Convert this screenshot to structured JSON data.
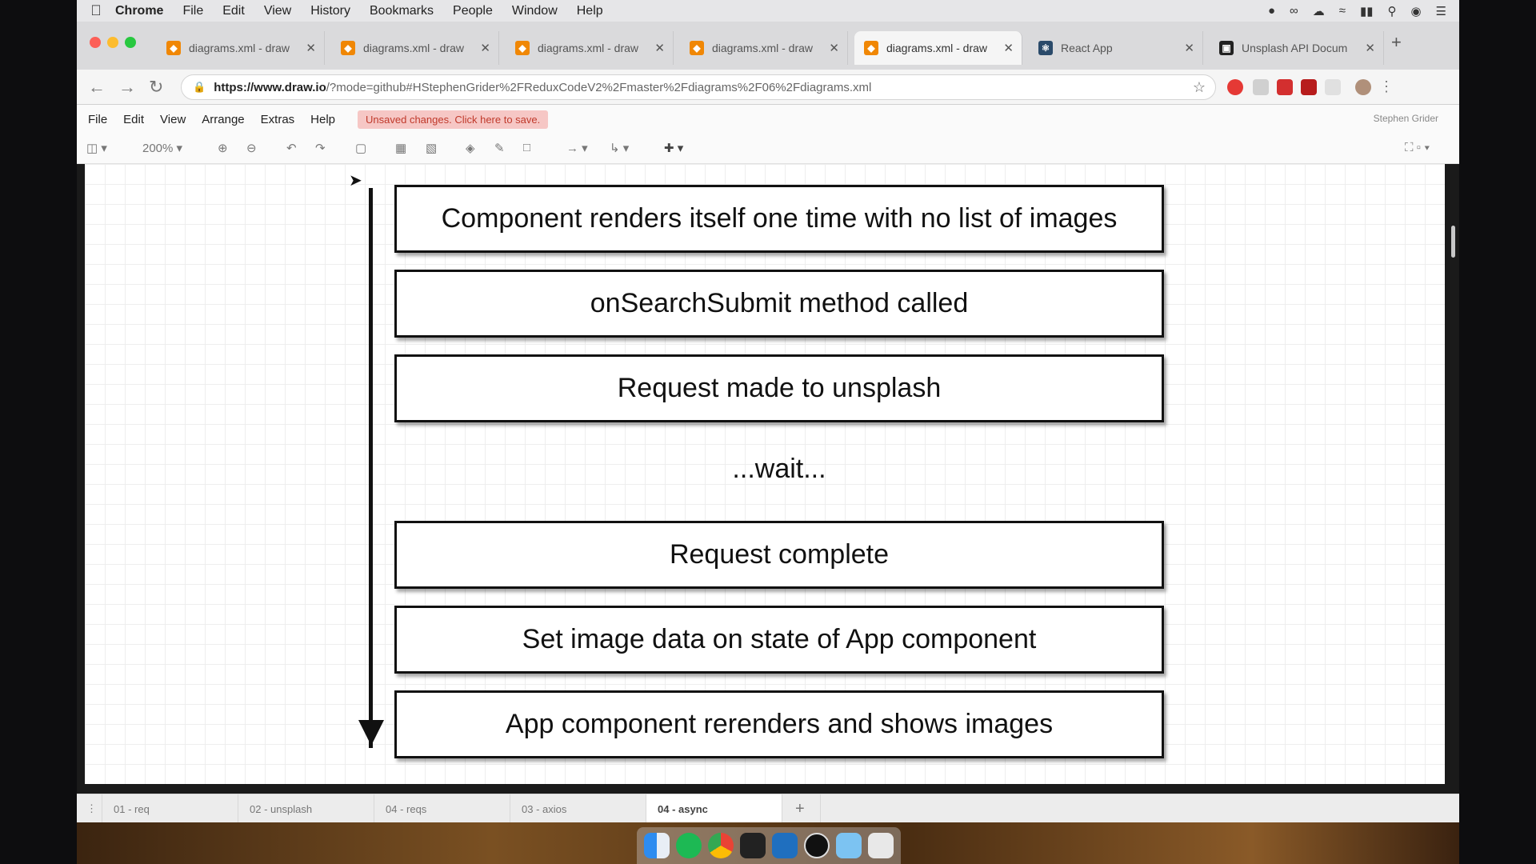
{
  "menubar": {
    "items": [
      "Chrome",
      "File",
      "Edit",
      "View",
      "History",
      "Bookmarks",
      "People",
      "Window",
      "Help"
    ]
  },
  "browser": {
    "tabs": [
      {
        "label": "diagrams.xml - draw",
        "icon": "drawio"
      },
      {
        "label": "diagrams.xml - draw",
        "icon": "drawio"
      },
      {
        "label": "diagrams.xml - draw",
        "icon": "drawio"
      },
      {
        "label": "diagrams.xml - draw",
        "icon": "drawio"
      },
      {
        "label": "diagrams.xml - draw",
        "icon": "drawio",
        "active": true
      },
      {
        "label": "React App",
        "icon": "react"
      },
      {
        "label": "Unsplash API Docum",
        "icon": "camera"
      }
    ],
    "url_host": "https://www.draw.io",
    "url_rest": "/?mode=github#HStephenGrider%2FReduxCodeV2%2Fmaster%2Fdiagrams%2F06%2Fdiagrams.xml"
  },
  "app": {
    "menu": [
      "File",
      "Edit",
      "View",
      "Arrange",
      "Extras",
      "Help"
    ],
    "unsaved_notice": "Unsaved changes. Click here to save.",
    "user": "Stephen Grider",
    "zoom": "200%"
  },
  "diagram": {
    "steps": [
      "Component renders itself one time with no list of images",
      "onSearchSubmit method called",
      "Request made to unsplash",
      "Request complete",
      "Set image data on state of App component",
      "App component rerenders and shows images"
    ],
    "wait_text": "...wait..."
  },
  "pages": [
    "01 - req",
    "02 - unsplash",
    "04 - reqs",
    "03 - axios",
    "04 - async"
  ],
  "colors": {
    "drawio": "#f08705",
    "accent_red": "#c0392b"
  }
}
